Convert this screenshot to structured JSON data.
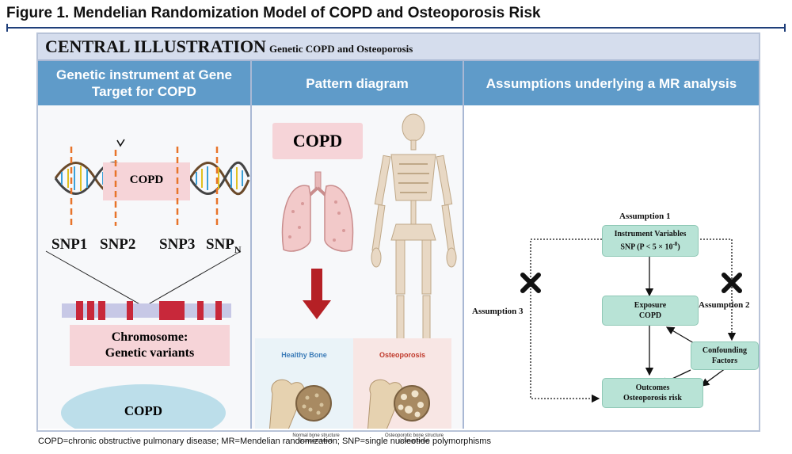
{
  "figure_title": "Figure 1. Mendelian Randomization Model of COPD and Osteoporosis Risk",
  "central": {
    "title": "CENTRAL ILLUSTRATION",
    "subtitle": "Genetic COPD and Osteoporosis"
  },
  "panel1": {
    "header_line1": "Genetic instrument at Gene",
    "header_line2": "Target for COPD",
    "gene_label": "COPD",
    "snp1": "SNP1",
    "snp2": "SNP2",
    "snp3": "SNP3",
    "snpn": "SNP",
    "snpn_sub": "N",
    "chromosome_line1": "Chromosome:",
    "chromosome_line2": "Genetic variants",
    "ellipse_label": "COPD"
  },
  "panel2": {
    "header": "Pattern diagram",
    "copd_label": "COPD",
    "healthy_title": "Healthy Bone",
    "healthy_caption_line1": "Normal bone structure",
    "healthy_caption_line2": "(compact bone)",
    "osteo_title": "Osteoporosis",
    "osteo_caption_line1": "Osteoporotic bone structure",
    "osteo_caption_line2": "(spongy bone)"
  },
  "panel3": {
    "header": "Assumptions underlying a MR analysis",
    "assumption1": "Assumption 1",
    "assumption2": "Assumption 2",
    "assumption3": "Assumption 3",
    "iv_line1": "Instrument Variables",
    "iv_line2": "SNP (P < 5 × 10",
    "iv_exp": "-8",
    "iv_close": ")",
    "exposure_line1": "Exposure",
    "exposure_line2": "COPD",
    "confounding": "Confounding Factors",
    "outcomes_line1": "Outcomes",
    "outcomes_line2": "Osteoporosis risk"
  },
  "footnote": "COPD=chronic obstructive pulmonary disease; MR=Mendelian randomization; SNP=single nucleotide polymorphisms",
  "colors": {
    "header_blue": "#5f9bc9",
    "node_green": "#b8e3d6",
    "pink": "#f6d4d8",
    "chrom_red": "#c8283a",
    "arrow_red": "#b52025",
    "snp_orange": "#e8742a"
  }
}
